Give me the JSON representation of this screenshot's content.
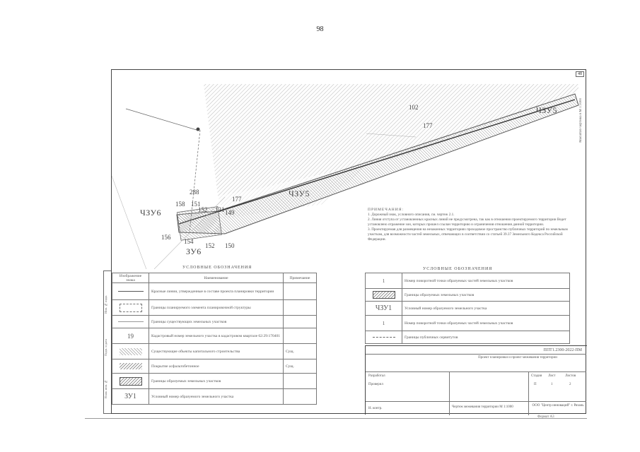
{
  "page": {
    "number": "98"
  },
  "drawing": {
    "sheet_number": "48",
    "side_note": "Масштаб чертежа в М 1:1000",
    "parcels": [
      "102",
      "177",
      "177",
      "288",
      "158",
      "151",
      "152",
      "131",
      "149",
      "156",
      "154",
      "152",
      "150"
    ],
    "zones": [
      "ЧЗУ5",
      "ЧЗУ5",
      "ЧЗУ6",
      "ЗУ6"
    ]
  },
  "notes": {
    "title": "ПРИМЕЧАНИЯ:",
    "items": [
      "1.   Дорожный знак, условного описания, см. чертеж 2.1.",
      "2.   Линия отступа от установленных красных линий не предусмотрена, так как в отношении проектируемого территории Ведет установлено отражение зон, которых прошел ссылан территорию и ограничения отношения данной территории.",
      "3.   Проектируемая для размещения на незаконных территориях проходимое пространство публичных территорий по земельным участкам, для возможности частей земельных, отвечающих в соответствии со статьей 39.37 Земельного Кодекса Российской Федерации."
    ]
  },
  "legend_left": {
    "title": "УСЛОВНЫЕ ОБОЗНАЧЕНИЯ",
    "headers": [
      "Изображение знака",
      "Наименование",
      "Примечание"
    ],
    "rows": [
      {
        "symbol": "",
        "name": "Красные линии, утвержденные в составе проекта планировки территории",
        "note": ""
      },
      {
        "symbol": "",
        "name": "Границы планируемого элемента планировочной структуры",
        "note": ""
      },
      {
        "symbol": "",
        "name": "Границы существующих земельных участков",
        "note": ""
      },
      {
        "symbol": "19",
        "name": "Кадастровый номер земельного участка в кадастровом квартале 62:29:170401",
        "note": ""
      },
      {
        "symbol": "",
        "name": "Существующие объекты капитального строительства",
        "note": "Сущ."
      },
      {
        "symbol": "",
        "name": "Покрытие асфальтобетонное",
        "note": "Сущ."
      },
      {
        "symbol": "",
        "name": "Границы образуемых земельных участков",
        "note": ""
      },
      {
        "symbol": "ЗУ1",
        "name": "Условный номер образуемого земельного участка",
        "note": ""
      }
    ]
  },
  "legend_right": {
    "title": "УСЛОВНЫЕ ОБОЗНАЧЕНИЯ",
    "rows": [
      {
        "symbol": "1",
        "name": "Номер поворотной точки образуемых частей земельных участков"
      },
      {
        "symbol": "",
        "name": "Границы образуемых земельных участков"
      },
      {
        "symbol": "ЧЗУ1",
        "name": "Условный номер образуемого земельного участка"
      },
      {
        "symbol": "1",
        "name": "Номер поворотной точки образуемых частей земельных участков"
      },
      {
        "symbol": "",
        "name": "Границы публичных сервитутов"
      }
    ]
  },
  "stamp": {
    "code": "ППТ1.2300-2022-ПМ",
    "object": "Проект планировки и проект межевания территории",
    "stage_header": "Стадия",
    "sheet_header": "Лист",
    "sheets_header": "Листов",
    "stage": "П",
    "sheet": "1",
    "sheets": "2",
    "drawing_title": "Чертеж межевания территории М 1:1000",
    "org": "ООО \"Центр инноваций\" г. Рязань",
    "format": "Формат А3",
    "roles": [
      "Разработал",
      "Проверил",
      "Н. контр."
    ]
  },
  "left_strip": [
    "Инв. № подл.",
    "Подп. и дата",
    "Взам. инв. №"
  ],
  "colors": {
    "line": "#444444",
    "hatch": "#bbbbbb",
    "paper": "#ffffff"
  }
}
